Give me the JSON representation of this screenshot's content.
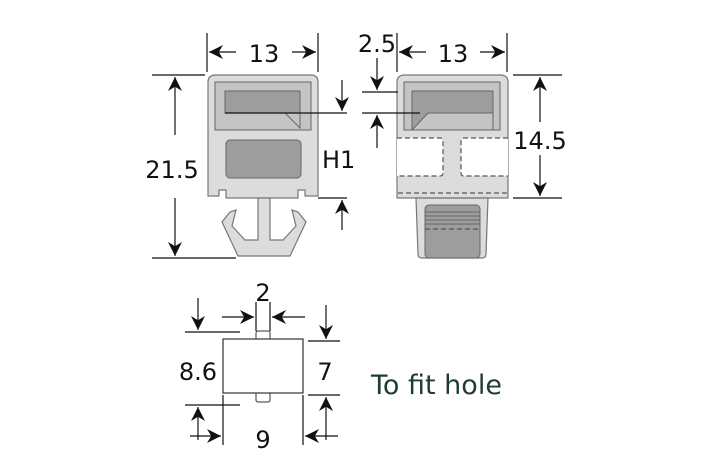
{
  "dimensions": {
    "left_width": "13",
    "right_width": "13",
    "slot_gap": "2.5",
    "overall_height": "21.5",
    "h1_label": "H1",
    "body_height": "14.5",
    "hole_peg_width": "2",
    "hole_height_outer": "8.6",
    "hole_height_inner": "7",
    "hole_width": "9"
  },
  "caption": "To fit hole",
  "colors": {
    "caption": "#1f3d2e",
    "part": "#dcdcdc",
    "recess": "#9d9d9d"
  }
}
